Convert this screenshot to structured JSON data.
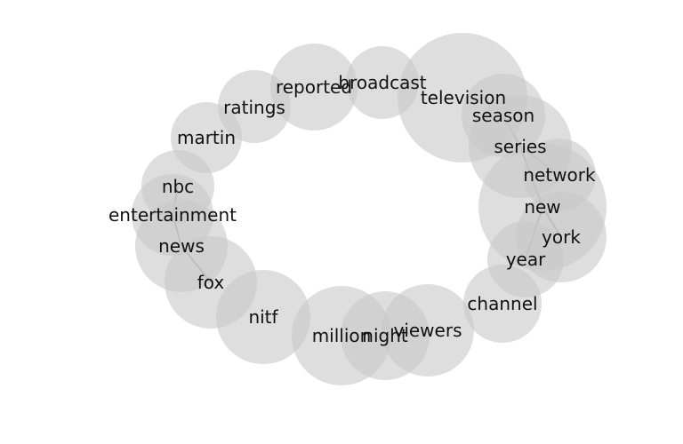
{
  "words": [
    {
      "id": "television",
      "text": "television"
    },
    {
      "id": "broadcast",
      "text": "broadcast"
    },
    {
      "id": "reported",
      "text": "reported"
    },
    {
      "id": "ratings",
      "text": "ratings"
    },
    {
      "id": "martin",
      "text": "martin"
    },
    {
      "id": "nbc",
      "text": "nbc"
    },
    {
      "id": "entertainment",
      "text": "entertainment"
    },
    {
      "id": "news",
      "text": "news"
    },
    {
      "id": "fox",
      "text": "fox"
    },
    {
      "id": "nitf",
      "text": "nitf"
    },
    {
      "id": "million",
      "text": "million"
    },
    {
      "id": "night",
      "text": "night"
    },
    {
      "id": "viewers",
      "text": "viewers"
    },
    {
      "id": "channel",
      "text": "channel"
    },
    {
      "id": "year",
      "text": "year"
    },
    {
      "id": "york",
      "text": "york"
    },
    {
      "id": "new",
      "text": "new"
    },
    {
      "id": "network",
      "text": "network"
    },
    {
      "id": "series",
      "text": "series"
    },
    {
      "id": "season",
      "text": "season"
    }
  ],
  "links": [
    [
      "season",
      "series"
    ],
    [
      "series",
      "network"
    ],
    [
      "series",
      "new"
    ],
    [
      "new",
      "york"
    ],
    [
      "new",
      "year"
    ],
    [
      "nbc",
      "entertainment"
    ],
    [
      "entertainment",
      "news"
    ],
    [
      "news",
      "fox"
    ]
  ]
}
